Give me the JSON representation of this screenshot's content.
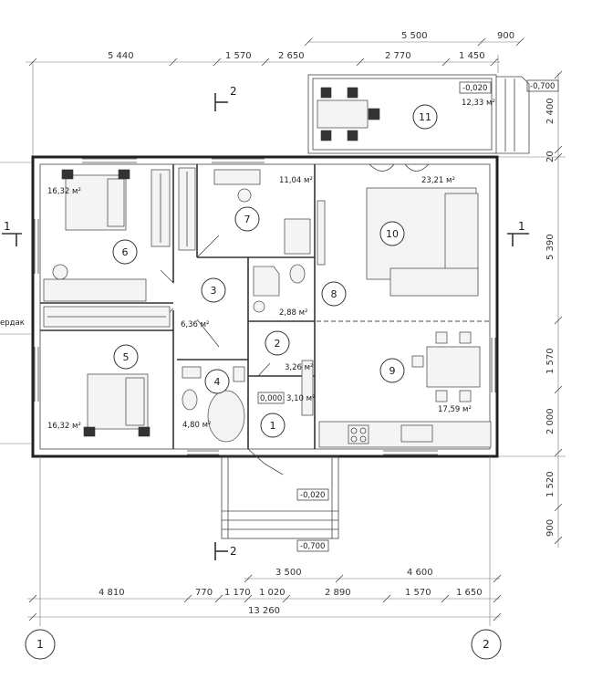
{
  "top_dims_row1": [
    "5 500",
    "900"
  ],
  "top_dims_row2": [
    "5 440",
    "1 570",
    "2 650",
    "2 770",
    "1 450"
  ],
  "right_dims": [
    "2 400",
    "20",
    "5 390",
    "1 570",
    "2 000",
    "1 520",
    "900"
  ],
  "bottom_dims_row1": [
    "3 500",
    "4 600"
  ],
  "bottom_dims_row2": [
    "4 810",
    "770",
    "1 170",
    "1 020",
    "2 890",
    "1 570",
    "1 650"
  ],
  "bottom_total": "13 260",
  "axes": [
    "1",
    "2"
  ],
  "section_mark": "2",
  "section_mark_side": "1",
  "level_terrace": "-0,020",
  "level_terrace_ground": "-0,700",
  "level_floor": "0,000",
  "level_porch": "-0,020",
  "level_porch_ground": "-0,700",
  "left_note": "ердак",
  "rooms": [
    {
      "num": "1",
      "area": ""
    },
    {
      "num": "2",
      "area": "3,26 м²"
    },
    {
      "num": "3",
      "area": "6,36 м²"
    },
    {
      "num": "4",
      "area": "4,80 м²"
    },
    {
      "num": "5",
      "area": "16,32 м²"
    },
    {
      "num": "6",
      "area": "16,32 м²"
    },
    {
      "num": "7",
      "area": "11,04 м²"
    },
    {
      "num": "8",
      "area": "2,88 м²"
    },
    {
      "num": "9",
      "area": "17,59 м²"
    },
    {
      "num": "10",
      "area": "23,21 м²"
    },
    {
      "num": "11",
      "area": "12,33 м²"
    }
  ],
  "hall_area": "3,10 м²"
}
